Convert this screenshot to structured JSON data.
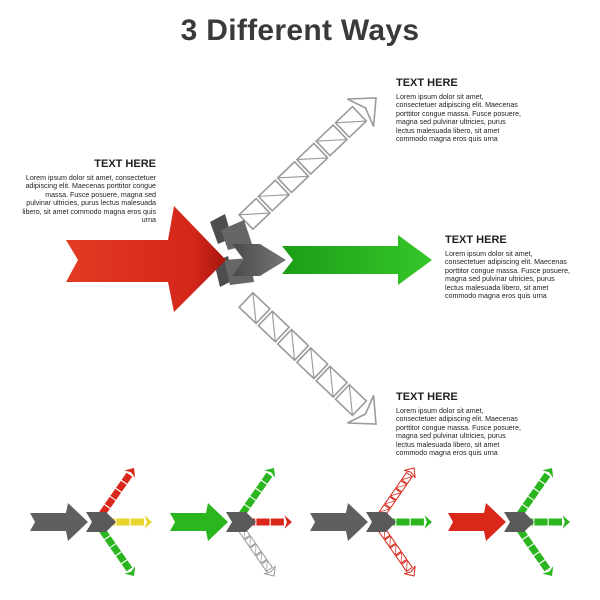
{
  "title": "3 Different Ways",
  "blocks": [
    {
      "heading": "TEXT HERE",
      "body": "Lorem ipsum dolor sit amet, consectetuer adipiscing elit. Maecenas porttitor congue massa. Fusce posuere, magna sed pulvinar ultricies, purus lectus malesuada libero, sit amet commodo magna eros quis urna"
    },
    {
      "heading": "TEXT HERE",
      "body": "Lorem ipsum dolor sit amet, consectetuer adipiscing elit. Maecenas porttitor congue massa. Fusce posuere, magna sed pulvinar ultricies, purus lectus malesuada libero, sit amet commodo magna eros quis urna"
    },
    {
      "heading": "TEXT HERE",
      "body": "Lorem ipsum dolor sit amet, consectetuer adipiscing elit. Maecenas porttitor congue massa. Fusce posuere, magna sed pulvinar ultricies, purus lectus malesuada libero, sit amet commodo magna eros quis urna"
    },
    {
      "heading": "TEXT HERE",
      "body": "Lorem ipsum dolor sit amet, consectetuer adipiscing elit. Maecenas porttitor congue massa. Fusce posuere, magna sed pulvinar ultricies, purus lectus malesuada libero, sit amet commodo magna eros quis urna"
    }
  ],
  "colors": {
    "red": "#d9281a",
    "green": "#2bb51f",
    "gray": "#5f5f5f",
    "outline": "#9a9a9a",
    "yellow": "#e8d42a",
    "title": "#3a3a3a"
  },
  "variants": [
    {
      "input": "gray",
      "up": "red",
      "mid": "yellow",
      "down": "green"
    },
    {
      "input": "green",
      "up": "green",
      "mid": "red",
      "down": "outline"
    },
    {
      "input": "gray",
      "up": "outline-red",
      "mid": "green",
      "down": "outline-red"
    },
    {
      "input": "red",
      "up": "green",
      "mid": "green",
      "down": "green"
    }
  ]
}
